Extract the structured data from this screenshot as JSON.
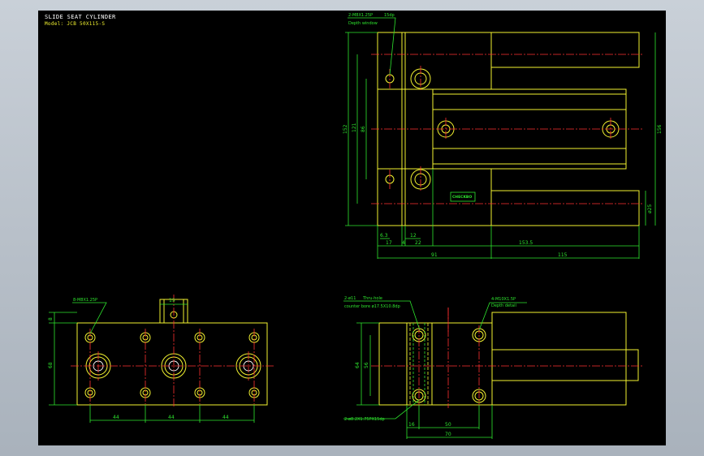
{
  "drawing": {
    "title": "SLIDE SEAT CYLINDER",
    "model": "Model: JCB 50X115-S"
  },
  "brand": "CHECKBO",
  "top_view": {
    "callout_top": "2-M8X1.25P",
    "callout_top_sub": "15dp",
    "callout_top_sub2": "Depth window",
    "dims_vertical": [
      "152",
      "121",
      "86"
    ],
    "dim_right": "156",
    "dim_rod": "ø25",
    "dims_bottom_row1": [
      "6.3",
      "12"
    ],
    "dims_bottom_row2": [
      "17",
      "4",
      "22",
      "153.5"
    ],
    "dims_bottom_row3": [
      "91",
      "115"
    ]
  },
  "bottom_left_view": {
    "callout": "8-M8X1.25P",
    "dim_top": "19",
    "dims_left": [
      "8",
      "68"
    ],
    "dims_bottom": [
      "44",
      "44",
      "44"
    ]
  },
  "bottom_right_view": {
    "callout_left_1": "2-ø11",
    "callout_left_1b": "Thru-hole",
    "callout_left_2": "counter bore  ø17.5X10.8dp",
    "callout_right_1": "4-M10X1.5P",
    "callout_right_1b": "Depth detail",
    "callout_bottom": "2-ø8.2X1.75PX15dp",
    "dims_left": [
      "64",
      "56"
    ],
    "dims_bottom": [
      "16",
      "50",
      "70"
    ]
  }
}
